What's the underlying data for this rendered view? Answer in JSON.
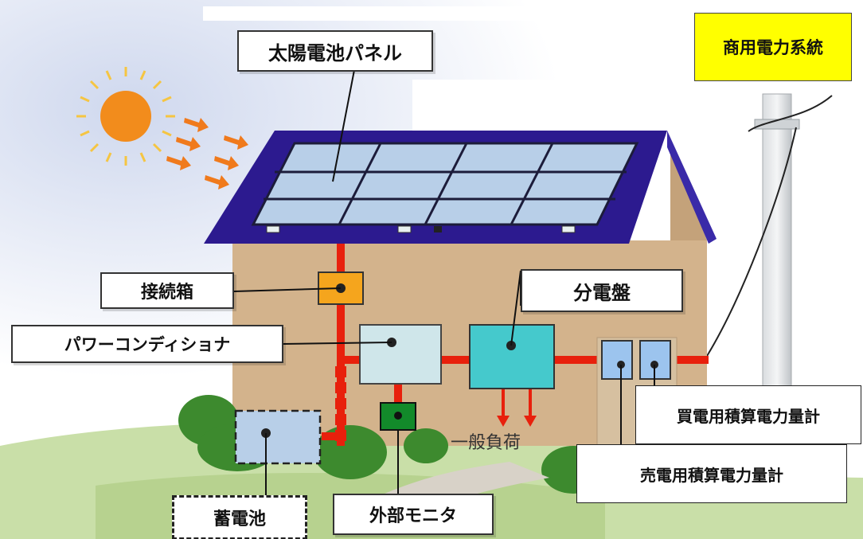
{
  "labels": {
    "solar_panel": "太陽電池パネル",
    "grid": "商用電力系統",
    "junction_box": "接続箱",
    "distribution_board": "分電盤",
    "power_conditioner": "パワーコンディショナ",
    "general_load": "一般負荷",
    "buy_meter": "買電用積算電力量計",
    "sell_meter": "売電用積算電力量計",
    "battery": "蓄電池",
    "external_monitor": "外部モニタ"
  },
  "colors": {
    "grid_label_bg": "#ffff00",
    "wiring": "#e8200c",
    "roof": "#2c1a8f",
    "wall": "#d3b38c",
    "panel": "#b8cfe8",
    "junction_box": "#f5a51d",
    "power_conditioner": "#cfe6ea",
    "distribution_board": "#45c9cc",
    "monitor": "#128a2a",
    "sun": "#f28c1c"
  }
}
